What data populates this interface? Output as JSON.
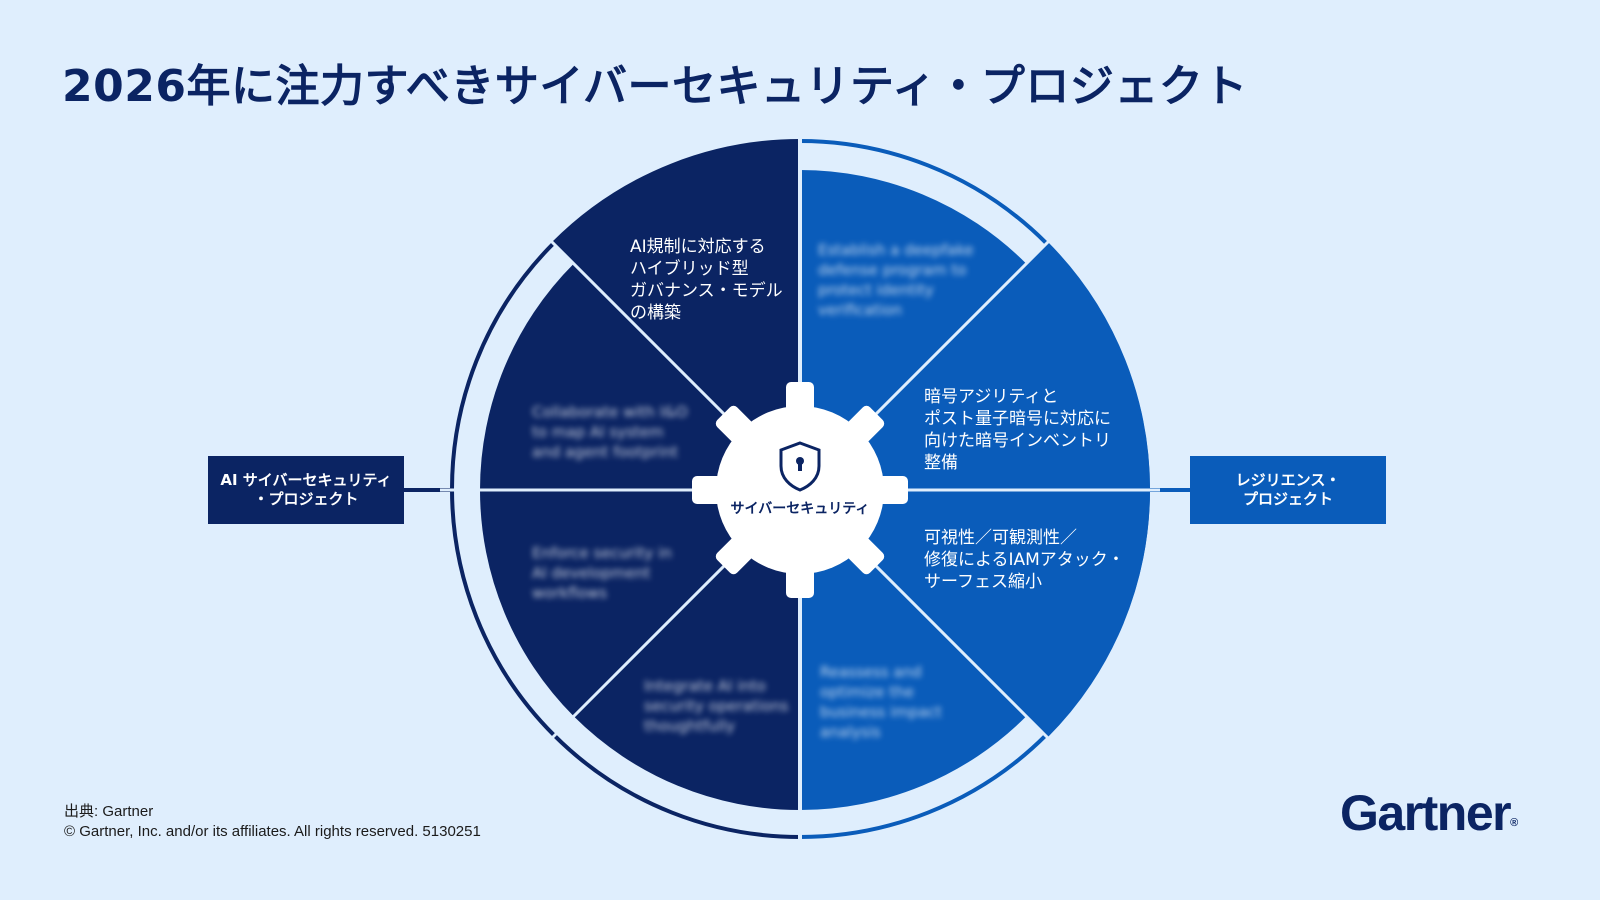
{
  "title": "2026年に注力すべきサイバーセキュリティ・プロジェクト",
  "center_label": "サイバーセキュリティ",
  "left_group": "AI サイバーセキュリティ\n・プロジェクト",
  "right_group": "レジリエンス・\nプロジェクト",
  "segments": [
    {
      "label": "AI規制に対応する\nハイブリッド型\nガバナンス・モデル\nの構築",
      "blurred": false
    },
    {
      "label": "Establish a deepfake\ndefense program to\nprotect identity\nverification",
      "blurred": true
    },
    {
      "label": "暗号アジリティと\nポスト量子暗号に対応に\n向けた暗号インベントリ\n整備",
      "blurred": false
    },
    {
      "label": "可視性／可観測性／\n修復によるIAMアタック・\nサーフェス縮小",
      "blurred": false
    },
    {
      "label": "Reassess and\noptimize the\nbusiness impact\nanalysis",
      "blurred": true
    },
    {
      "label": "Integrate AI into\nsecurity operations\nthoughtfully",
      "blurred": true
    },
    {
      "label": "Enforce security in\nAI development\nworkflows",
      "blurred": true
    },
    {
      "label": "Collaborate with I&O\nto map AI system\nand agent footprint",
      "blurred": true
    }
  ],
  "colors": {
    "background": "#dfeefd",
    "navy": "#0b2463",
    "blue": "#0a5cba"
  },
  "footer": {
    "source": "出典: Gartner",
    "copyright": "© Gartner, Inc. and/or its affiliates. All rights reserved. 5130251"
  },
  "logo": {
    "text": "Gartner",
    "mark": "®"
  }
}
